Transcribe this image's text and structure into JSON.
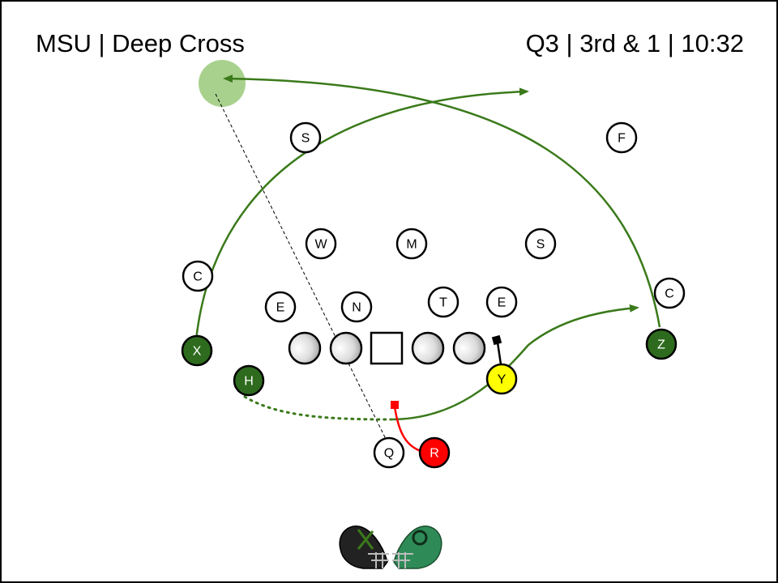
{
  "header": {
    "play_title": "MSU | Deep Cross",
    "situation": "Q3 | 3rd & 1 | 10:32"
  },
  "colors": {
    "route_green": "#3a7a1a",
    "offense_green": "#2e6b1e",
    "target_zone": "#a9d18e",
    "runner_red": "#ff0000",
    "highlight_yellow": "#ffff00",
    "qb_read_line": "#000000"
  },
  "offense": {
    "X": "X",
    "H": "H",
    "Y": "Y",
    "Z": "Z",
    "Q": "Q",
    "R": "R"
  },
  "defense": {
    "S1": "S",
    "F": "F",
    "W": "W",
    "M": "M",
    "S2": "S",
    "C1": "C",
    "C2": "C",
    "E1": "E",
    "N": "N",
    "T": "T",
    "E2": "E"
  },
  "footer": {
    "logo": "helmets-logo"
  }
}
